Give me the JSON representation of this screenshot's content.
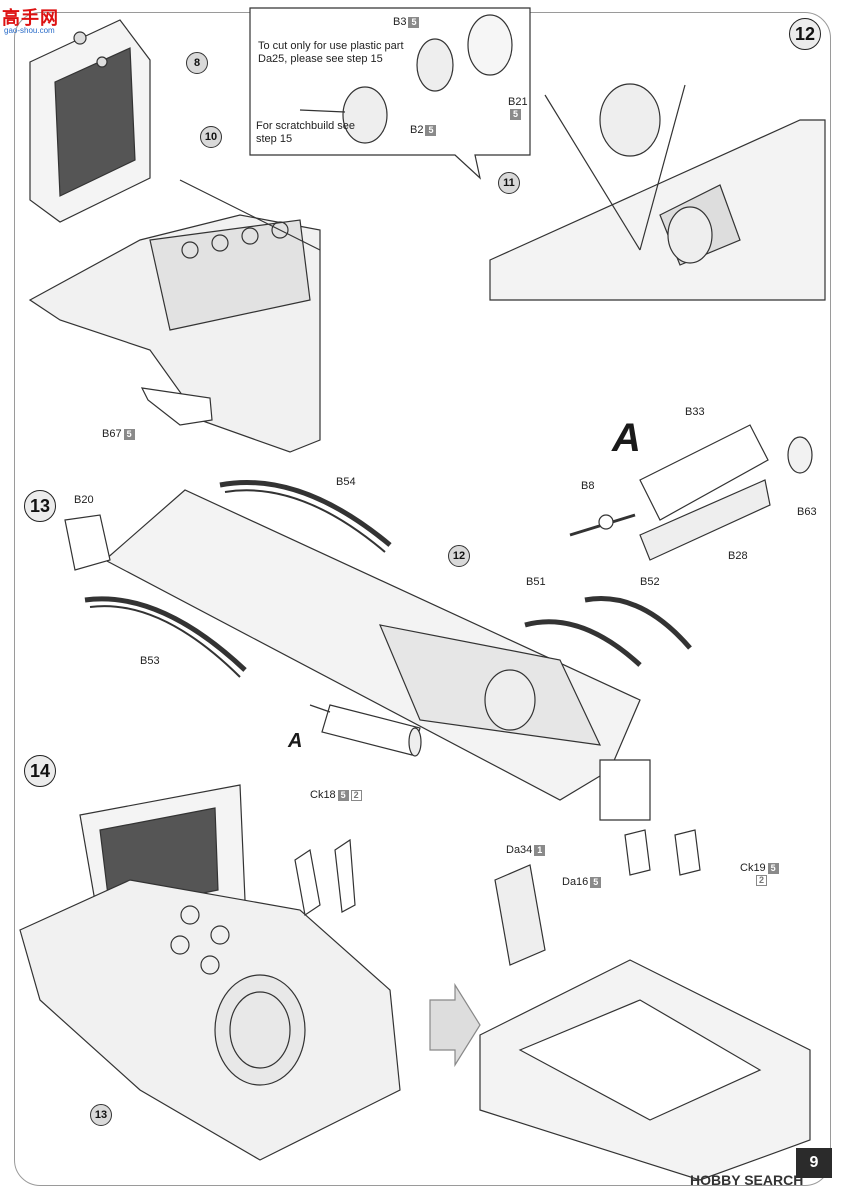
{
  "watermark": {
    "logo_text": "高手网",
    "logo_sub": "gao-shou.com",
    "bottom": "HOBBY SEARCH"
  },
  "page_number": "9",
  "steps": {
    "s12": "12",
    "s13": "13",
    "s14": "14"
  },
  "callouts": {
    "c8": "8",
    "c10": "10",
    "c11": "11",
    "c12": "12",
    "c13": "13"
  },
  "inset": {
    "note1": "To cut only for use plastic part Da25, please see step 15",
    "note2": "For scratchbuild see step 15",
    "b3": "B3",
    "b2": "B2",
    "b21": "B21"
  },
  "parts": {
    "b67": "B67",
    "b20": "B20",
    "b54": "B54",
    "b53": "B53",
    "b51": "B51",
    "b52": "B52",
    "b33": "B33",
    "b8": "B8",
    "b63": "B63",
    "b28": "B28",
    "ck18": "Ck18",
    "ck19": "Ck19",
    "da34": "Da34",
    "da16": "Da16"
  },
  "tags": {
    "five": "5",
    "one": "1",
    "two": "2"
  },
  "subassembly": {
    "big": "A",
    "small": "A"
  }
}
